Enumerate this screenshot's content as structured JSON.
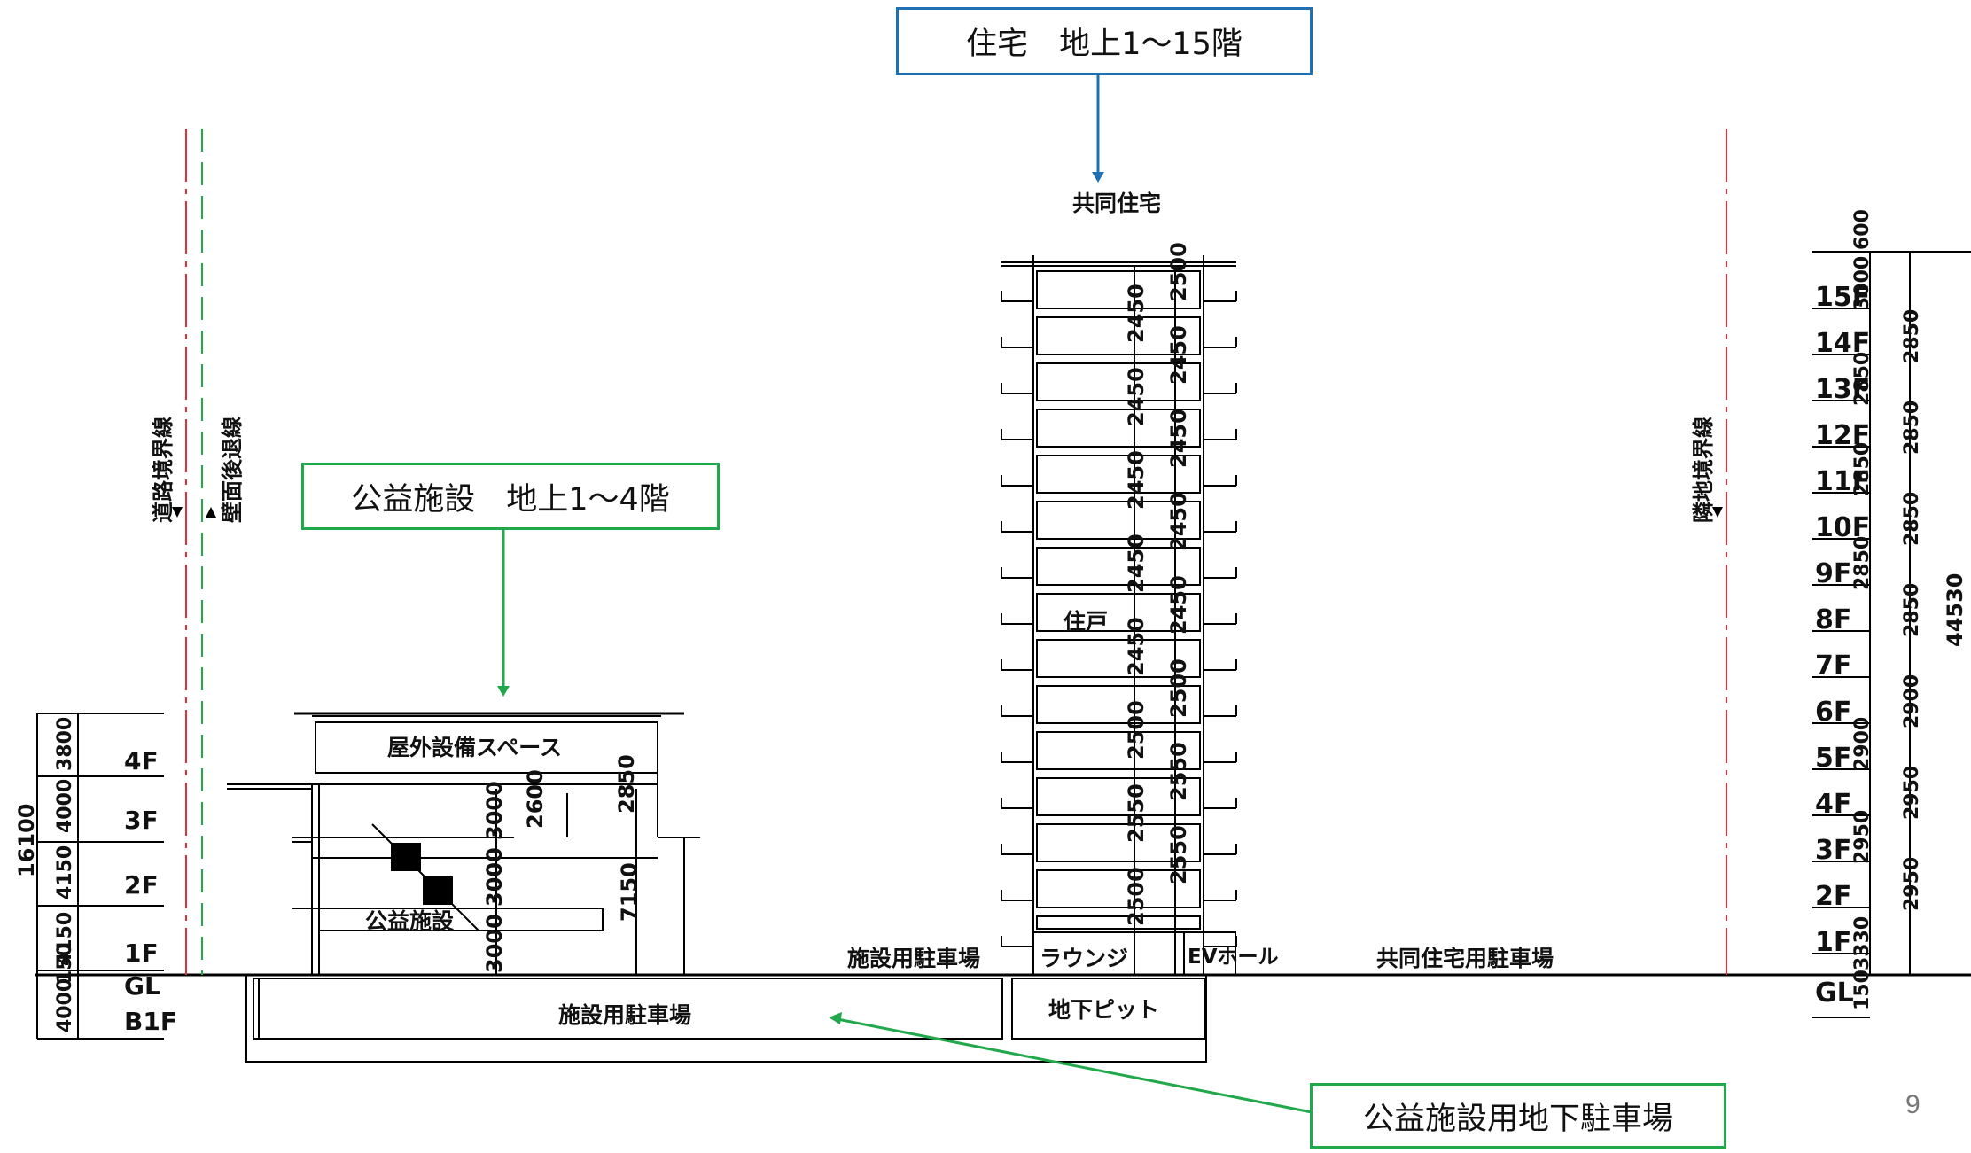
{
  "callouts": {
    "residential": "住宅　地上1〜15階",
    "public": "公益施設　地上1〜4階",
    "basement": "公益施設用地下駐車場"
  },
  "labels": {
    "road_boundary": "道路境界線",
    "setback_line": "壁面後退線",
    "neighbor_boundary": "隣地境界線",
    "collective_housing": "共同住宅",
    "unit": "住戸",
    "outdoor_equipment": "屋外設備スペース",
    "public_facility": "公益施設",
    "facility_parking": "施設用駐車場",
    "facility_parking_underground": "施設用駐車場",
    "lounge": "ラウンジ",
    "ev_hall": "EVホール",
    "residential_parking": "共同住宅用駐車場",
    "underground_pit": "地下ピット"
  },
  "left_levels": {
    "floors": [
      "4F",
      "3F",
      "2F",
      "1F",
      "GL",
      "B1F"
    ],
    "dims": [
      "3800",
      "4000",
      "4150",
      "4150",
      "150",
      "4000"
    ],
    "total": "16100"
  },
  "right_levels": {
    "floors": [
      "15F",
      "14F",
      "13F",
      "12F",
      "11F",
      "10F",
      "9F",
      "8F",
      "7F",
      "6F",
      "5F",
      "4F",
      "3F",
      "2F",
      "1F",
      "GL"
    ],
    "small_dims": [
      "600",
      "3000",
      "2850",
      "2850",
      "2850",
      "2900",
      "2950",
      "3330",
      "150"
    ],
    "big_dims": [
      "2850",
      "2850",
      "2850",
      "2850",
      "2900",
      "2950",
      "2950"
    ],
    "total": "44530"
  },
  "tower_dims": [
    "2500",
    "2450",
    "2450",
    "2450",
    "2450",
    "2450",
    "2450",
    "2450",
    "2450",
    "2450",
    "2500",
    "2500",
    "2550",
    "2550",
    "2550",
    "2500"
  ],
  "public_dims": [
    "3000",
    "2600",
    "2850",
    "3000",
    "7150",
    "3000"
  ],
  "page_number": "9"
}
